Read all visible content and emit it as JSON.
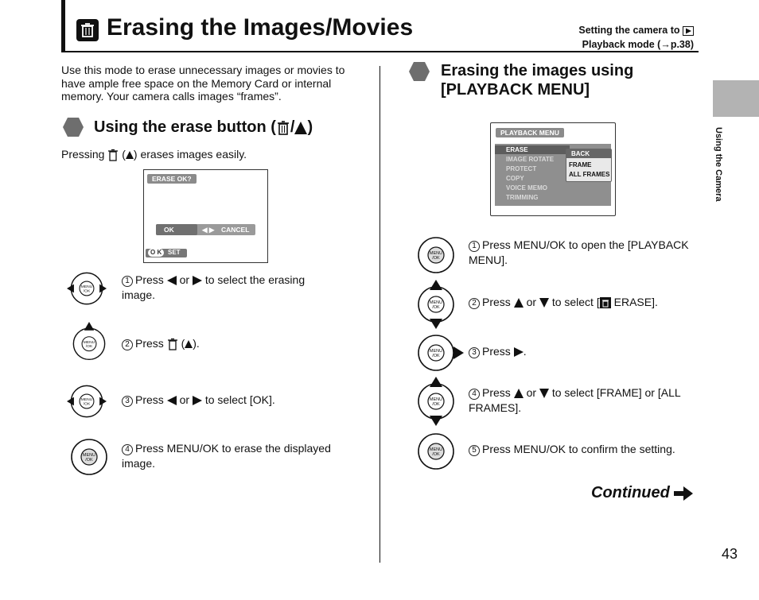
{
  "header": {
    "title": "Erasing the Images/Movies",
    "note_line1": "Setting the camera to",
    "note_line2": "Playback mode (→p.38)"
  },
  "intro": "Use this mode to erase unnecessary images or movies to have ample free space on the Memory Card or internal memory. Your camera calls images “frames”.",
  "left_section": {
    "heading_prefix": "Using the erase button (",
    "heading_suffix": ")",
    "lead_pre": "Pressing",
    "lead_post": ") erases images easily.",
    "screen": {
      "title": "ERASE OK?",
      "ok": "OK",
      "cancel": "CANCEL",
      "ok_key": "O K",
      "set": "SET"
    },
    "steps": [
      {
        "num": "1",
        "pre": "Press",
        "mid": "or",
        "post": "to select the erasing image."
      },
      {
        "num": "2",
        "pre": "Press",
        "post": ")."
      },
      {
        "num": "3",
        "pre": "Press",
        "mid": "or",
        "post": "to select [OK]."
      },
      {
        "num": "4",
        "text": "Press MENU/OK to erase the displayed image."
      }
    ]
  },
  "right_section": {
    "heading": "Erasing the images using [PLAYBACK MENU]",
    "screen": {
      "title": "PLAYBACK MENU",
      "items": [
        "ERASE",
        "IMAGE ROTATE",
        "PROTECT",
        "COPY",
        "VOICE MEMO",
        "TRIMMING"
      ],
      "submenu": [
        "BACK",
        "FRAME",
        "ALL FRAMES"
      ]
    },
    "steps": [
      {
        "num": "1",
        "text": "Press MENU/OK to open the [PLAYBACK MENU]."
      },
      {
        "num": "2",
        "pre": "Press",
        "mid": "or",
        "post_pre": "to select [",
        "post": "ERASE]."
      },
      {
        "num": "3",
        "pre": "Press",
        "post": "."
      },
      {
        "num": "4",
        "pre": "Press",
        "mid": "or",
        "post": "to select [FRAME] or [ALL FRAMES]."
      },
      {
        "num": "5",
        "text": "Press MENU/OK to confirm the setting."
      }
    ]
  },
  "dial_label_top": "MENU",
  "dial_label_bottom": "/OK",
  "continued": "Continued",
  "side_label": "Using the Camera",
  "page_number": "43"
}
